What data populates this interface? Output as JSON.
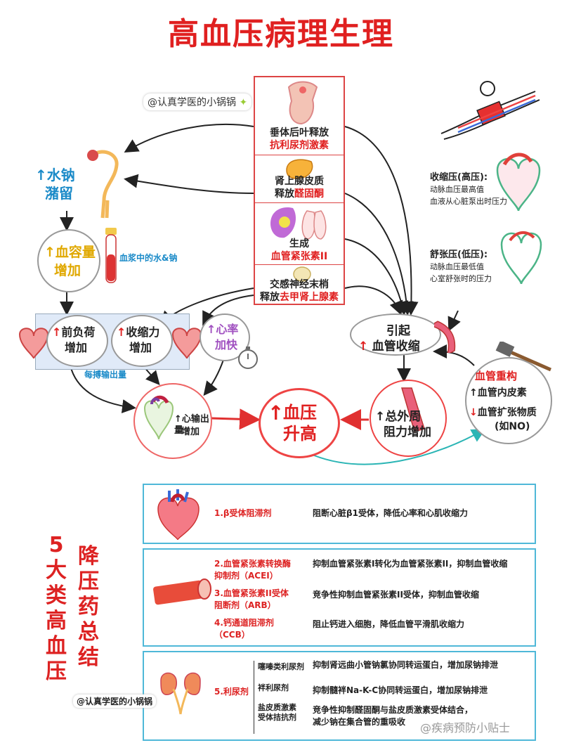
{
  "title": "高血压病理生理",
  "watermark_top": "@认真学医的小锅锅",
  "watermark_bottom": "@认真学医的小锅锅",
  "watermark_corner": "@疾病预防小贴士",
  "center_box": {
    "item1_line1": "垂体后叶释放",
    "item1_line2": "抗利尿剂激素",
    "item2_line1": "肾上腺皮质",
    "item2_line2_a": "释放",
    "item2_line2_b": "醛固酮",
    "item3_line1": "生成",
    "item3_line2": "血管紧张素II",
    "item4_line1": "交感神经末梢",
    "item4_line2_a": "释放",
    "item4_line2_b": "去甲肾上腺素"
  },
  "nodes": {
    "water_sodium": {
      "arrow": "↑",
      "line1": "水钠",
      "line2": "潴留"
    },
    "blood_volume": {
      "arrow": "↑",
      "line1": "血容量",
      "line2": "增加"
    },
    "plasma_label": "血浆中的水&钠",
    "preload": {
      "arrow": "↑",
      "line1": "前负荷",
      "line2": "增加"
    },
    "contractility": {
      "arrow": "↑",
      "line1": "收缩力",
      "line2": "增加"
    },
    "heart_rate": {
      "arrow": "↑",
      "line1": "心率",
      "line2": "加快"
    },
    "stroke_output_label": "每搏输出量",
    "cardiac_output": {
      "arrow": "↑",
      "line1": "心输出量",
      "line2": "增加"
    },
    "bp_rise": {
      "arrow": "↑",
      "line1": "血压",
      "line2": "升高"
    },
    "vasoconstriction": {
      "arrow": "↑",
      "line1": "引起",
      "line2": "血管收缩"
    },
    "peripheral_resistance": {
      "arrow": "↑",
      "line1": "总外周",
      "line2": "阻力增加"
    },
    "remodeling": {
      "title": "血管重构",
      "item1_arrow": "↑",
      "item1": "血管内皮素",
      "item2_arrow": "↓",
      "item2": "血管扩张物质",
      "item2_sub": "(如NO)"
    }
  },
  "pressure_notes": {
    "systolic_title": "收缩压(高压):",
    "systolic_line1": "动脉血压最高值",
    "systolic_line2": "血液从心脏泵出时压力",
    "diastolic_title": "舒张压(低压):",
    "diastolic_line1": "动脉血压最低值",
    "diastolic_line2": "心室舒张时的压力"
  },
  "side_title_col1": [
    "5",
    "大",
    "类",
    "高",
    "血",
    "压"
  ],
  "side_title_col2": [
    "降",
    "压",
    "药",
    "总",
    "结"
  ],
  "drugs": {
    "d1_name": "1.β受体阻滞剂",
    "d1_desc": "阻断心脏β1受体，降低心率和心肌收缩力",
    "d2_name_l1": "2.血管紧张素转换酶",
    "d2_name_l2": "抑制剂（ACEI）",
    "d2_desc": "抑制血管紧张素I转化为血管紧张素II，抑制血管收缩",
    "d3_name_l1": "3.血管紧张素II受体",
    "d3_name_l2": "阻断剂（ARB）",
    "d3_desc": "竞争性抑制血管紧张素II受体，抑制血管收缩",
    "d4_name_l1": "4.钙通道阻滞剂",
    "d4_name_l2": "（CCB）",
    "d4_desc": "阻止钙进入细胞，降低血管平滑肌收缩力",
    "d5_name": "5.利尿剂",
    "d5_sub1": "噻嗪类利尿剂",
    "d5_sub1_desc": "抑制肾远曲小管钠氯协同转运蛋白，增加尿钠排泄",
    "d5_sub2": "袢利尿剂",
    "d5_sub2_desc": "抑制髓袢Na-K-C协同转运蛋白，增加尿钠排泄",
    "d5_sub3_l1": "盐皮质激素",
    "d5_sub3_l2": "受体拮抗剂",
    "d5_sub3_desc_l1": "竞争性抑制醛固酮与盐皮质激素受体结合，",
    "d5_sub3_desc_l2": "减少钠在集合管的重吸收"
  },
  "colors": {
    "title": "#e02020",
    "blue": "#1a8ac8",
    "panel_border": "#4fb8d8",
    "teal_arrow": "#2bb5b5"
  }
}
